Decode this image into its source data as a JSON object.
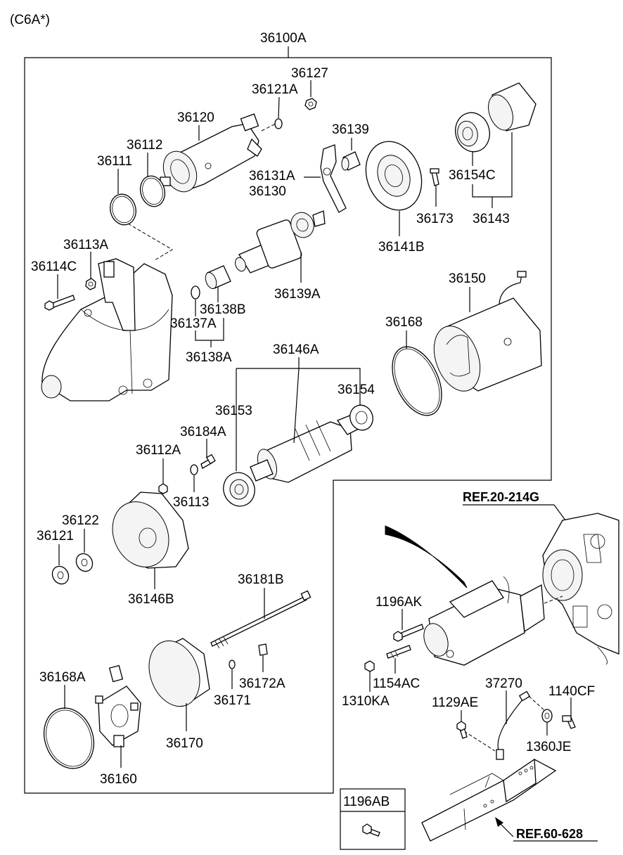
{
  "header": {
    "variant": "(C6A*)",
    "assembly": "36100A"
  },
  "labels": {
    "p36127": "36127",
    "p36121A": "36121A",
    "p36120": "36120",
    "p36112": "36112",
    "p36111": "36111",
    "p36139": "36139",
    "p36131A": "36131A",
    "p36130": "36130",
    "p36154C": "36154C",
    "p36173": "36173",
    "p36143": "36143",
    "p36141B": "36141B",
    "p36113A": "36113A",
    "p36114C": "36114C",
    "p36139A": "36139A",
    "p36138B": "36138B",
    "p36137A": "36137A",
    "p36138A": "36138A",
    "p36150": "36150",
    "p36168": "36168",
    "p36146A": "36146A",
    "p36154": "36154",
    "p36153": "36153",
    "p36184A": "36184A",
    "p36112A": "36112A",
    "p36113": "36113",
    "p36122": "36122",
    "p36121": "36121",
    "p36146B": "36146B",
    "p36181B": "36181B",
    "p36172A": "36172A",
    "p36171": "36171",
    "p36168A": "36168A",
    "p36170": "36170",
    "p36160": "36160",
    "p1196AK": "1196AK",
    "p1154AC": "1154AC",
    "p1310KA": "1310KA",
    "p37270": "37270",
    "p1129AE": "1129AE",
    "p1140CF": "1140CF",
    "p1360JE": "1360JE",
    "p1196AB": "1196AB"
  },
  "refs": {
    "engine": "REF.20-214G",
    "frame": "REF.60-628"
  },
  "icons": [
    "starter-motor-exploded-parts",
    "engine-block",
    "vehicle-frame-rail",
    "bolt"
  ]
}
